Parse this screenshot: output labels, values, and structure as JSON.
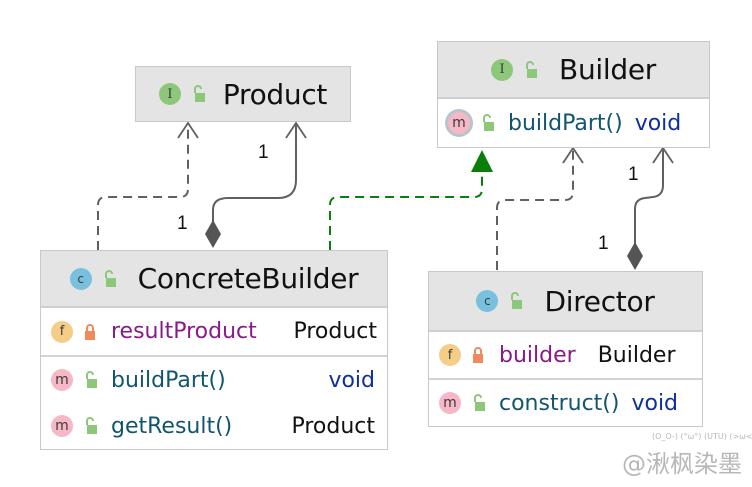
{
  "diagram": {
    "type": "UML class diagram",
    "pattern": "Builder",
    "classes": [
      {
        "id": "product",
        "kind": "interface",
        "kind_badge": "I",
        "name": "Product",
        "visibility": "public",
        "fields": [],
        "methods": []
      },
      {
        "id": "builder",
        "kind": "interface",
        "kind_badge": "I",
        "name": "Builder",
        "visibility": "public",
        "fields": [],
        "methods": [
          {
            "badge": "m",
            "visibility": "public",
            "name": "buildPart()",
            "type": "void"
          }
        ]
      },
      {
        "id": "concrete_builder",
        "kind": "class",
        "kind_badge": "c",
        "name": "ConcreteBuilder",
        "visibility": "public",
        "fields": [
          {
            "badge": "f",
            "visibility": "private",
            "name": "resultProduct",
            "type": "Product"
          }
        ],
        "methods": [
          {
            "badge": "m",
            "visibility": "public",
            "name": "buildPart()",
            "type": "void"
          },
          {
            "badge": "m",
            "visibility": "public",
            "name": "getResult()",
            "type": "Product"
          }
        ]
      },
      {
        "id": "director",
        "kind": "class",
        "kind_badge": "c",
        "name": "Director",
        "visibility": "public",
        "fields": [
          {
            "badge": "f",
            "visibility": "private",
            "name": "builder",
            "type": "Builder"
          }
        ],
        "methods": [
          {
            "badge": "m",
            "visibility": "public",
            "name": "construct()",
            "type": "void"
          }
        ]
      }
    ],
    "relations": [
      {
        "from": "concrete_builder",
        "to": "product",
        "kind": "dependency",
        "style": "dashed",
        "color": "#606060"
      },
      {
        "from": "concrete_builder",
        "to": "product",
        "kind": "composition",
        "style": "solid",
        "color": "#606060",
        "source_multiplicity": "1",
        "target_multiplicity": "1"
      },
      {
        "from": "concrete_builder",
        "to": "builder",
        "kind": "realization",
        "style": "dashed",
        "color": "#0a7d0a"
      },
      {
        "from": "director",
        "to": "builder",
        "kind": "dependency",
        "style": "dashed",
        "color": "#606060"
      },
      {
        "from": "director",
        "to": "builder",
        "kind": "composition",
        "style": "solid",
        "color": "#606060",
        "source_multiplicity": "1",
        "target_multiplicity": "1"
      }
    ]
  },
  "labels": {
    "one": "1"
  },
  "watermark": {
    "text": "@湫枫染墨",
    "emoticons": "(O_O-) (°ω°) (UTU) (>ω<)"
  },
  "colors": {
    "header_bg": "#e4e4e4",
    "field_name": "#8a1a8c",
    "method_name": "#11556e",
    "void_type": "#0f2fa0",
    "realization": "#0a7d0a",
    "connector": "#606060",
    "public_lock": "#8dc77a",
    "private_lock": "#f08a5d"
  }
}
